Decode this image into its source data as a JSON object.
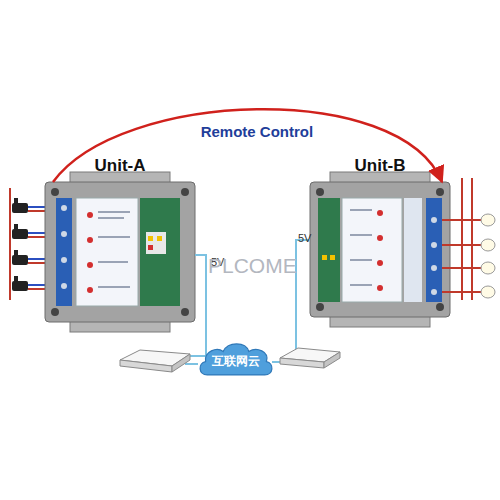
{
  "diagram": {
    "nodes": [
      {
        "text": [
          "Unit-A"
        ]
      },
      {
        "text": [
          "Unit-B"
        ]
      },
      {
        "text": [
          "互联网云"
        ]
      }
    ],
    "edges": [
      {
        "from": 0,
        "to": 1,
        "arrow": "to",
        "label": "Remote Control"
      }
    ],
    "labels": [
      "5V",
      "5V",
      "PLCOME"
    ]
  }
}
